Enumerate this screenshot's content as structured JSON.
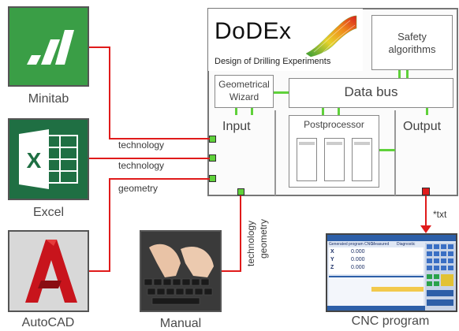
{
  "tools": {
    "minitab": "Minitab",
    "excel": "Excel",
    "autocad": "AutoCAD",
    "manual": "Manual",
    "cnc": "CNC program"
  },
  "app": {
    "title": "DoDEx",
    "subtitle": "Design of Drilling Experiments"
  },
  "modules": {
    "safety": "Safety algorithms",
    "wizard": "Geometrical Wizard",
    "databus": "Data bus",
    "input": "Input",
    "postprocessor": "Postprocessor",
    "output": "Output"
  },
  "links": {
    "minitab_to_input": "technology",
    "excel_to_input": "technology",
    "autocad_to_input": "geometry",
    "manual_tech": "technology",
    "manual_geo": "geometry",
    "output_ext": "*txt"
  },
  "cnc_screen": {
    "header": "Generated program CNC",
    "col_measured": "Measured",
    "col_diagnostic": "Diagnostic",
    "axes": [
      "X",
      "Y",
      "Z"
    ],
    "value": "0.000"
  },
  "colors": {
    "wire": "#e01b1b",
    "connector": "#5fd13a",
    "minitab": "#2f9d3f",
    "excel": "#1f7a45",
    "autocad": "#b5121b"
  }
}
